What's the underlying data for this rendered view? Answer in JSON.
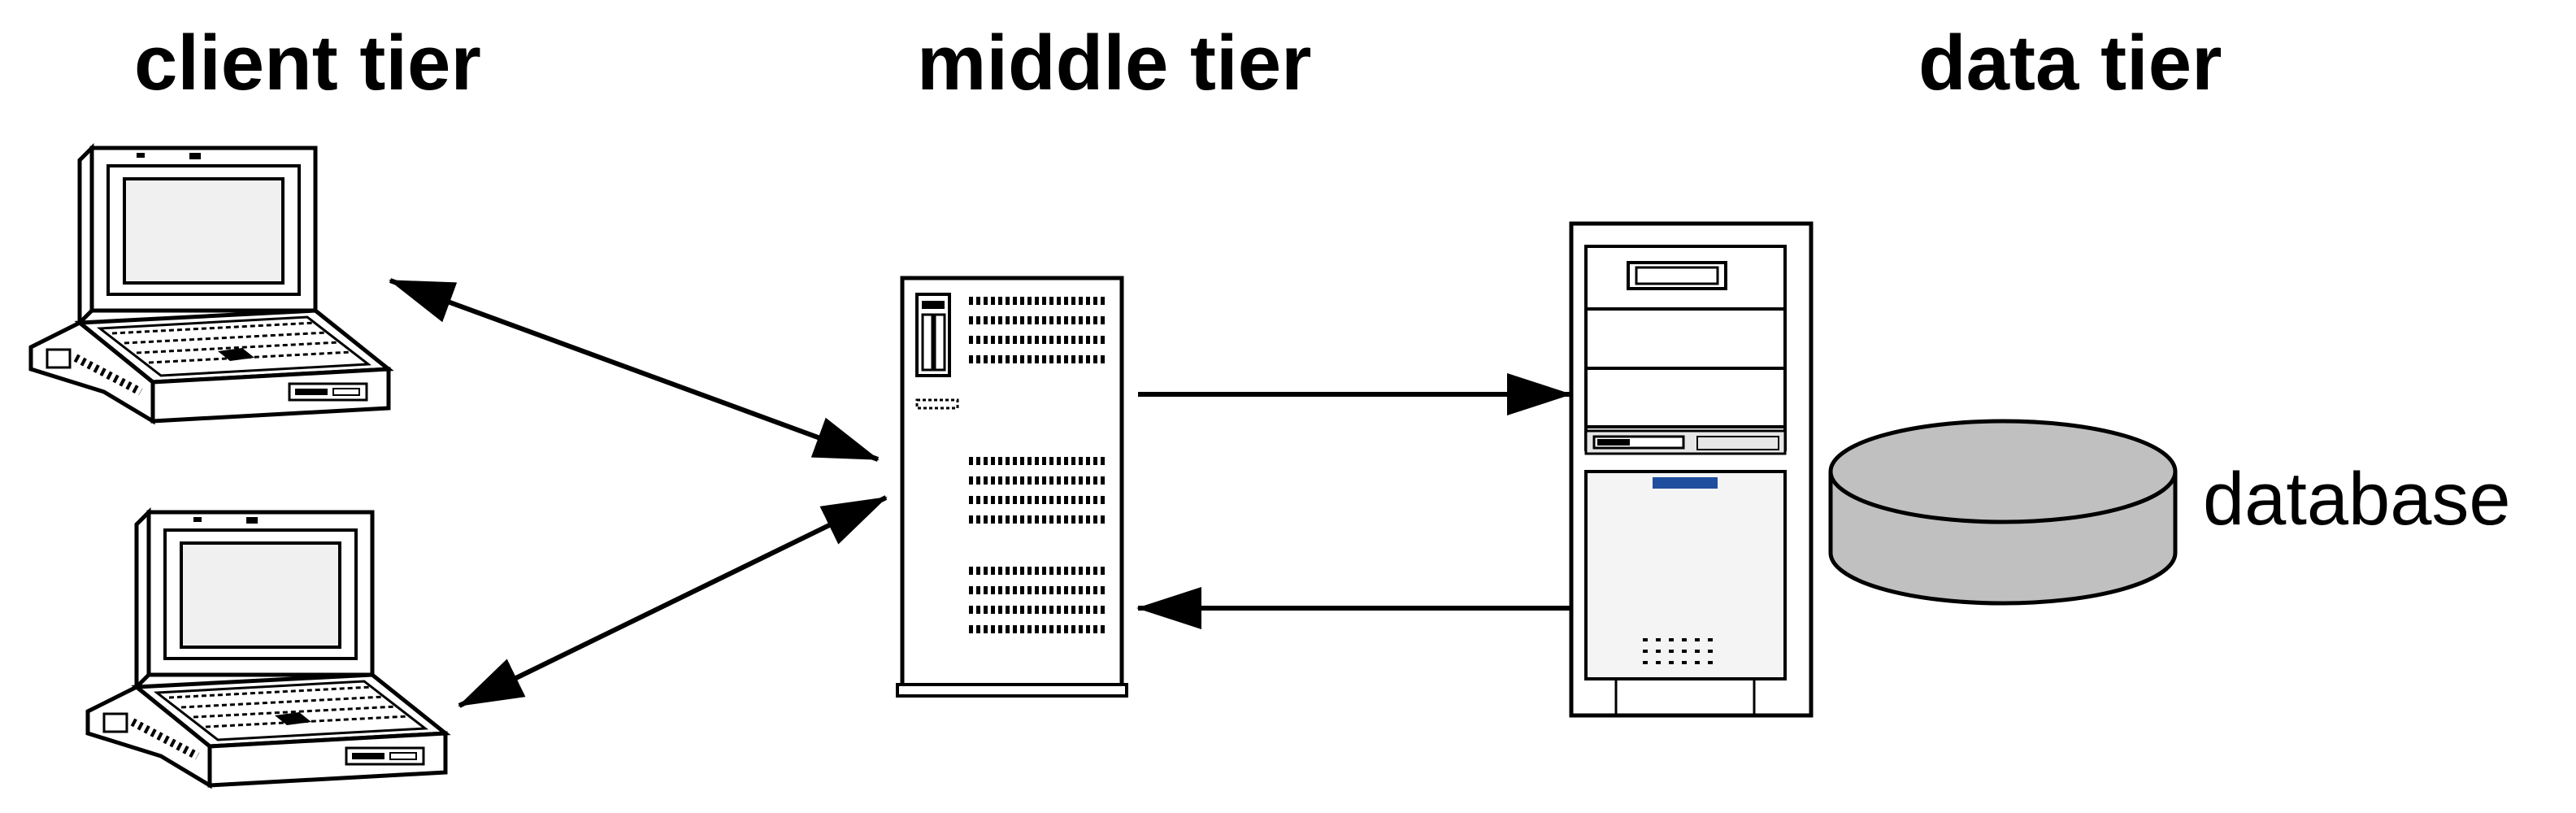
{
  "headings": {
    "client": "client tier",
    "middle": "middle tier",
    "data": "data tier"
  },
  "labels": {
    "database": "database"
  },
  "nodes": [
    {
      "name": "client-laptop-top",
      "icon": "laptop-icon",
      "tier": "client"
    },
    {
      "name": "client-laptop-bottom",
      "icon": "laptop-icon",
      "tier": "client"
    },
    {
      "name": "middle-server",
      "icon": "tower-server-icon",
      "tier": "middle"
    },
    {
      "name": "data-server",
      "icon": "tower-server-icon",
      "tier": "data"
    },
    {
      "name": "database",
      "icon": "database-cylinder-icon",
      "tier": "data"
    }
  ],
  "connections": [
    {
      "from": "client-laptop-top",
      "to": "middle-server",
      "direction": "bidirectional"
    },
    {
      "from": "client-laptop-bottom",
      "to": "middle-server",
      "direction": "bidirectional"
    },
    {
      "from": "middle-server",
      "to": "data-server",
      "direction": "forward"
    },
    {
      "from": "data-server",
      "to": "middle-server",
      "direction": "forward"
    }
  ],
  "colors": {
    "line": "#000000",
    "db_fill": "#c0c0c0",
    "screen_fill": "#f0f0f0",
    "accent": "#1f4e9e"
  }
}
